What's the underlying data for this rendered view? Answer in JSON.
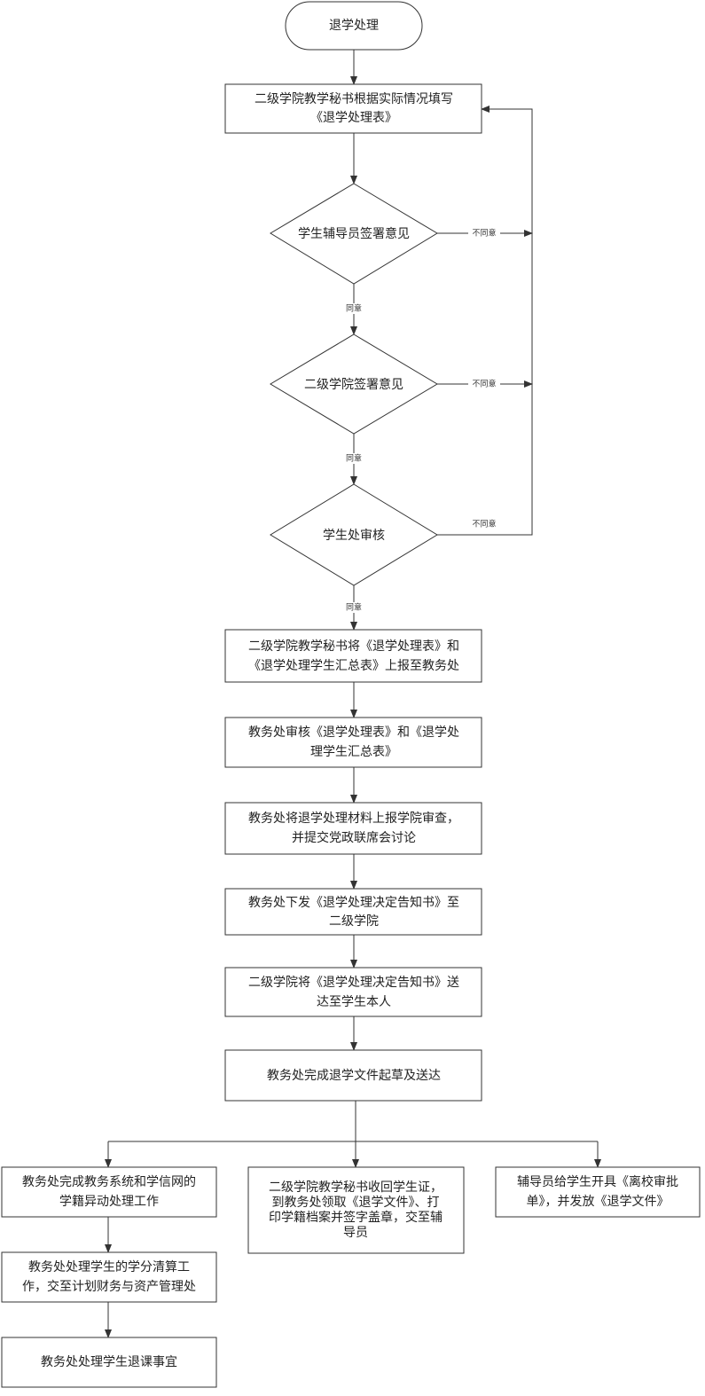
{
  "start": "退学处理",
  "step1": [
    "二级学院教学秘书根据实际情况填写",
    "《退学处理表》"
  ],
  "decision1": "学生辅导员签署意见",
  "decision2": "二级学院签署意见",
  "decision3": "学生处审核",
  "agree": "同意",
  "disagree": "不同意",
  "step2": [
    "二级学院教学秘书将《退学处理表》和",
    "《退学处理学生汇总表》上报至教务处"
  ],
  "step3": [
    "教务处审核《退学处理表》和《退学处",
    "理学生汇总表》"
  ],
  "step4": [
    "教务处将退学处理材料上报学院审查，",
    "并提交党政联席会讨论"
  ],
  "step5": [
    "教务处下发《退学处理决定告知书》至",
    "二级学院"
  ],
  "step6": [
    "二级学院将《退学处理决定告知书》送",
    "达至学生本人"
  ],
  "step7": "教务处完成退学文件起草及送达",
  "left1": [
    "教务处完成教务系统和学信网的",
    "学籍异动处理工作"
  ],
  "left2": [
    "教务处处理学生的学分清算工",
    "作，交至计划财务与资产管理处"
  ],
  "left3": "教务处处理学生退课事宜",
  "center": [
    "二级学院教学秘书收回学生证，",
    "到教务处领取《退学文件》、打",
    "印学籍档案并签字盖章，交至辅",
    "导员"
  ],
  "right": [
    "辅导员给学生开具《离校审批",
    "单》，并发放《退学文件》"
  ]
}
